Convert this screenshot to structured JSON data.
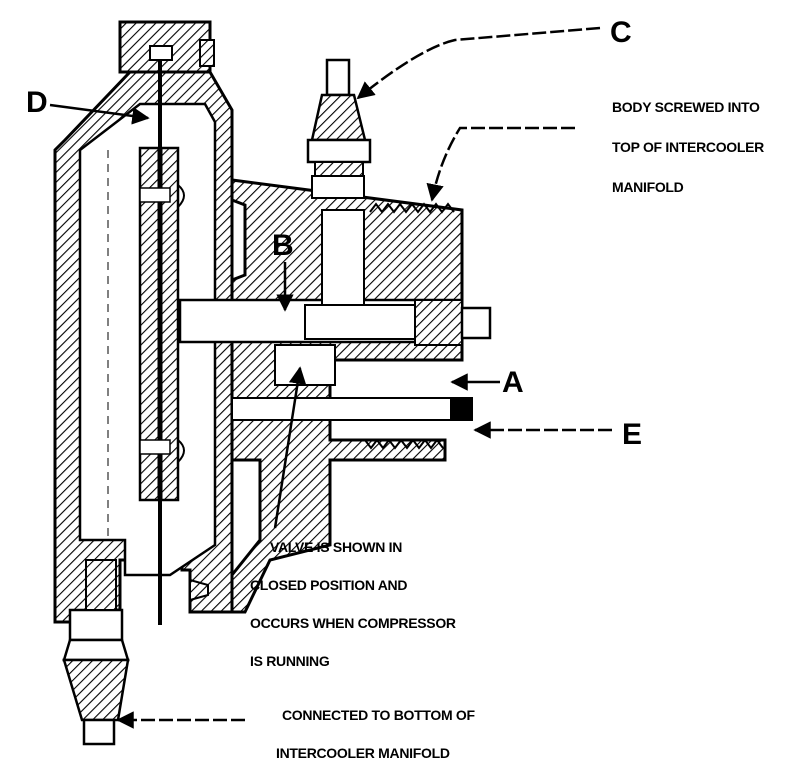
{
  "labels": {
    "a": "A",
    "b": "B",
    "c": "C",
    "d": "D",
    "e": "E"
  },
  "notes": {
    "body": [
      "BODY SCREWED INTO",
      "TOP OF INTERCOOLER",
      "MANIFOLD"
    ],
    "valve": [
      "VALVE IS SHOWN IN",
      "CLOSED POSITION AND",
      "OCCURS WHEN COMPRESSOR",
      "IS RUNNING"
    ],
    "bottom": [
      "CONNECTED TO BOTTOM OF",
      "INTERCOOLER MANIFOLD"
    ]
  },
  "colors": {
    "ink": "#000000",
    "paper": "#ffffff"
  }
}
